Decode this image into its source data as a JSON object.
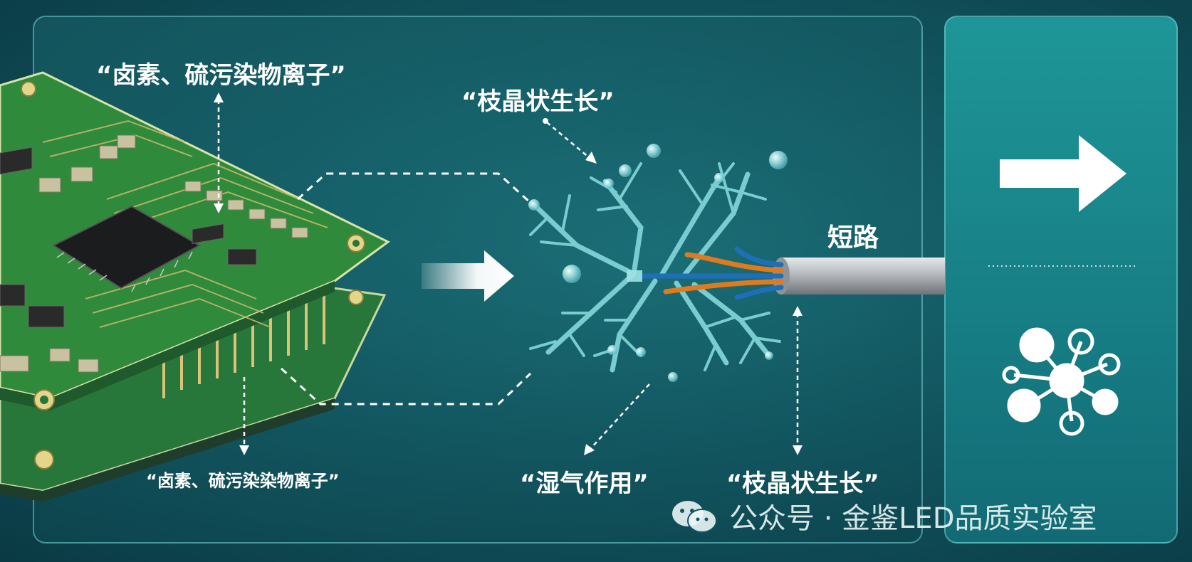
{
  "labels": {
    "top_left": "“卤素、硫污染物离子”",
    "bottom_left": "“卤素、硫污染染物离子”",
    "dendrite_top": "“枝晶状生长”",
    "short_circuit": "短路",
    "moisture": "“湿气作用”",
    "dendrite_bottom": "“枝晶状生长”"
  },
  "watermark": {
    "text": "公众号 · 金鉴LED品质实验室",
    "icon": "wechat-icon"
  },
  "icons": {
    "left_arrow": "right-arrow-icon",
    "side_arrow": "right-arrow-icon",
    "network": "network-nodes-icon"
  },
  "colors": {
    "pcb_green": "#2f8a3c",
    "dendrite": "#7fd3d6",
    "wire_blue": "#1f6fb8",
    "wire_orange": "#e07a1f",
    "cable_gray": "#b9bcc0"
  }
}
